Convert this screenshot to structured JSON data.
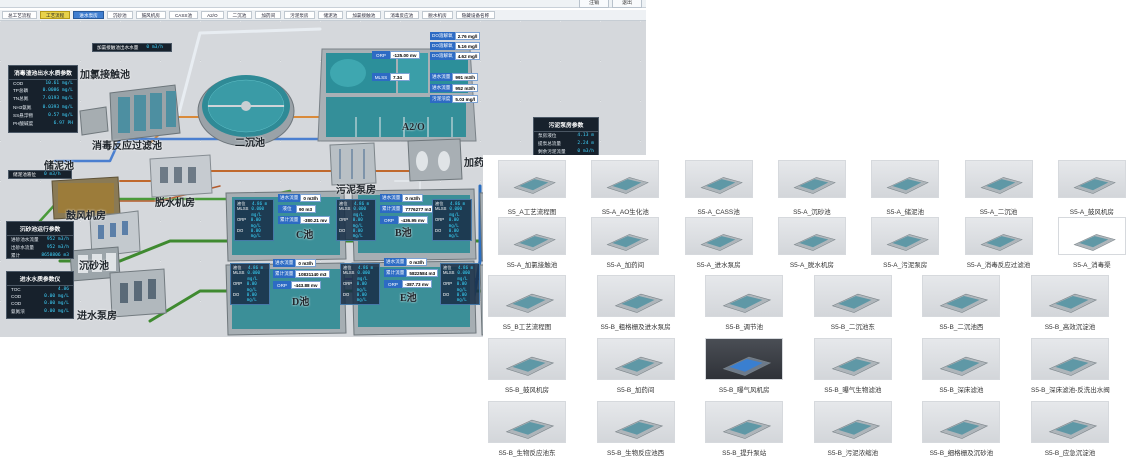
{
  "top_actions": [
    "注销",
    "退出"
  ],
  "nav_tabs": [
    "总工艺流程",
    "工艺流程",
    "进水泵房",
    "沉砂池",
    "鼓风机房",
    "CASS池",
    "A2/O",
    "二沉池",
    "加药间",
    "污泥泵房",
    "储泥池",
    "加氯接触池",
    "消毒反应池",
    "脱水机房",
    "隐藏设备名称"
  ],
  "labels": {
    "chlorine_pool": "加氯接触池",
    "disinfect_filter": "消毒反应过滤池",
    "secondary_clarifier": "二沉池",
    "a2o": "A2/O",
    "sludge_storage": "储泥池",
    "sludge_pump": "污泥泵房",
    "dosing": "加药间",
    "dewatering": "脱水机房",
    "blower": "鼓风机房",
    "pool_c": "C池",
    "pool_b": "B池",
    "pool_d": "D池",
    "pool_e": "E池",
    "grit_chamber": "沉砂池",
    "inlet_pump": "进水泵房"
  },
  "chlorine_dose": {
    "label": "加氯接触池出水水量",
    "value": "0 m3/h"
  },
  "outlet_panel": {
    "title": "消毒渣池出水水质参数",
    "rows": [
      {
        "k": "COD",
        "v": "10.61 mg/L"
      },
      {
        "k": "TP总磷",
        "v": "0.0086 mg/L"
      },
      {
        "k": "TN总氮",
        "v": "7.0193 mg/L"
      },
      {
        "k": "NH3氨氮",
        "v": "0.0393 mg/L"
      },
      {
        "k": "SS悬浮物",
        "v": "0.57 mg/L"
      },
      {
        "k": "PH酸碱度",
        "v": "6.97 PH"
      }
    ]
  },
  "sludge_level": {
    "label": "储泥池液位",
    "value": "0 m3/h"
  },
  "grit_panel": {
    "title": "沉砂池运行参数",
    "rows": [
      {
        "k": "进砂池水流量",
        "v": "952 m3/h"
      },
      {
        "k": "出砂水流量",
        "v": "952 m3/h"
      },
      {
        "k": "累计",
        "v": "8658806 m3"
      }
    ]
  },
  "inlet_panel": {
    "title": "进水水质参数仪",
    "rows": [
      {
        "k": "TOC",
        "v": "4.86"
      },
      {
        "k": "COD",
        "v": "0.00 mg/L"
      },
      {
        "k": "COD",
        "v": "0.00 mg/L"
      },
      {
        "k": "氨氮浓",
        "v": "0.00 mg/L"
      }
    ]
  },
  "sludge_pump_panel": {
    "title": "污泥泵房参数",
    "rows": [
      {
        "k": "泵房液位",
        "v": "4.13 m"
      },
      {
        "k": "提泵总流量",
        "v": "2.24 m"
      },
      {
        "k": "剩余污泥流量",
        "v": "0 m3/h"
      }
    ]
  },
  "a2o_tags": {
    "orp_k": "ORP",
    "orp_v": "-125.00 mv",
    "mlss_k": "MLSS",
    "mlss_v": "7.34",
    "do1_k": "DO溶解氧",
    "do1_v": "2.76 mg/l",
    "do2_k": "DO溶解氧",
    "do2_v": "5.16 mg/l",
    "do3_k": "DO溶解氧",
    "do3_v": "4.62 mg/l",
    "in1_k": "进水流量",
    "in1_v": "991 m3/h",
    "in2_k": "进水流量",
    "in2_v": "952 m3/h",
    "sludge_k": "污泥浓度",
    "sludge_v": "5.03 mg/l"
  },
  "cass_c": {
    "in_k": "进水流量",
    "in_v": "0 m3/h",
    "lev_k": "液位",
    "lev_v": "90 m3",
    "cum_k": "累计流量",
    "cum_v": "-380.21 mv"
  },
  "cass_b": {
    "in_k": "进水流量",
    "in_v": "0 m3/h",
    "cum_k": "累计流量",
    "cum_v": "7776277 m3",
    "orp_k": "ORP",
    "orp_v": "-436.95 mv"
  },
  "cass_d": {
    "in_k": "进水流量",
    "in_v": "0 m3/h",
    "cum_k": "累计流量",
    "cum_v": "10831140 m3",
    "orp_k": "ORP",
    "orp_v": "-443.88 mv"
  },
  "cass_e": {
    "in_k": "进水流量",
    "in_v": "0 m3/h",
    "cum_k": "累计流量",
    "cum_v": "5822584 m3",
    "orp_k": "ORP",
    "orp_v": "-387.73 mv"
  },
  "mini_rows": [
    {
      "k": "液位",
      "v": "4.86 m"
    },
    {
      "k": "MLSS",
      "v": "0.000 mg/L"
    },
    {
      "k": "ORP",
      "v": "0.00 mg/L"
    },
    {
      "k": "DO",
      "v": "0.00 mg/L"
    }
  ],
  "thumbnails": [
    {
      "label": "S5_A工艺流程图",
      "style": "normal"
    },
    {
      "label": "S5-A_AO生化池",
      "style": "normal"
    },
    {
      "label": "S5-A_CASS池",
      "style": "normal"
    },
    {
      "label": "S5-A_沉砂池",
      "style": "normal"
    },
    {
      "label": "S5-A_储泥池",
      "style": "normal"
    },
    {
      "label": "S5-A_二沉池",
      "style": "normal"
    },
    {
      "label": "S5-A_鼓风机房",
      "style": "normal"
    },
    {
      "label": "S5-A_加氯接触池",
      "style": "normal"
    },
    {
      "label": "S5-A_加药间",
      "style": "normal"
    },
    {
      "label": "S5-A_进水泵房",
      "style": "normal"
    },
    {
      "label": "S5-A_脱水机房",
      "style": "normal"
    },
    {
      "label": "S5-A_污泥泵房",
      "style": "normal"
    },
    {
      "label": "S5-A_消毒反应过滤池",
      "style": "normal"
    },
    {
      "label": "S5-A_消毒渠",
      "style": "white"
    },
    {
      "label": "S5_B工艺流程图",
      "style": "normal"
    },
    {
      "label": "S5-B_粗格栅及进水泵房",
      "style": "normal"
    },
    {
      "label": "S5-B_调节池",
      "style": "normal"
    },
    {
      "label": "S5-B_二沉池东",
      "style": "normal"
    },
    {
      "label": "S5-B_二沉池西",
      "style": "normal"
    },
    {
      "label": "S5-B_高效沉淀池",
      "style": "normal"
    },
    {
      "label": "S5-B_鼓风机房",
      "style": "normal"
    },
    {
      "label": "S5-B_加药间",
      "style": "normal"
    },
    {
      "label": "S5-B_曝气风机房",
      "style": "dark"
    },
    {
      "label": "S5-B_曝气生物滤池",
      "style": "normal"
    },
    {
      "label": "S5-B_深床滤池",
      "style": "normal"
    },
    {
      "label": "S5-B_深床滤池-反洗出水阀",
      "style": "normal"
    },
    {
      "label": "S5-B_生物反应池东",
      "style": "normal"
    },
    {
      "label": "S5-B_生物反应池西",
      "style": "normal"
    },
    {
      "label": "S5-B_提升泵站",
      "style": "normal"
    },
    {
      "label": "S5-B_污泥浓缩池",
      "style": "normal"
    },
    {
      "label": "S5-B_细格栅及沉砂池",
      "style": "normal"
    },
    {
      "label": "S5-B_应急沉淀池",
      "style": "normal"
    }
  ]
}
